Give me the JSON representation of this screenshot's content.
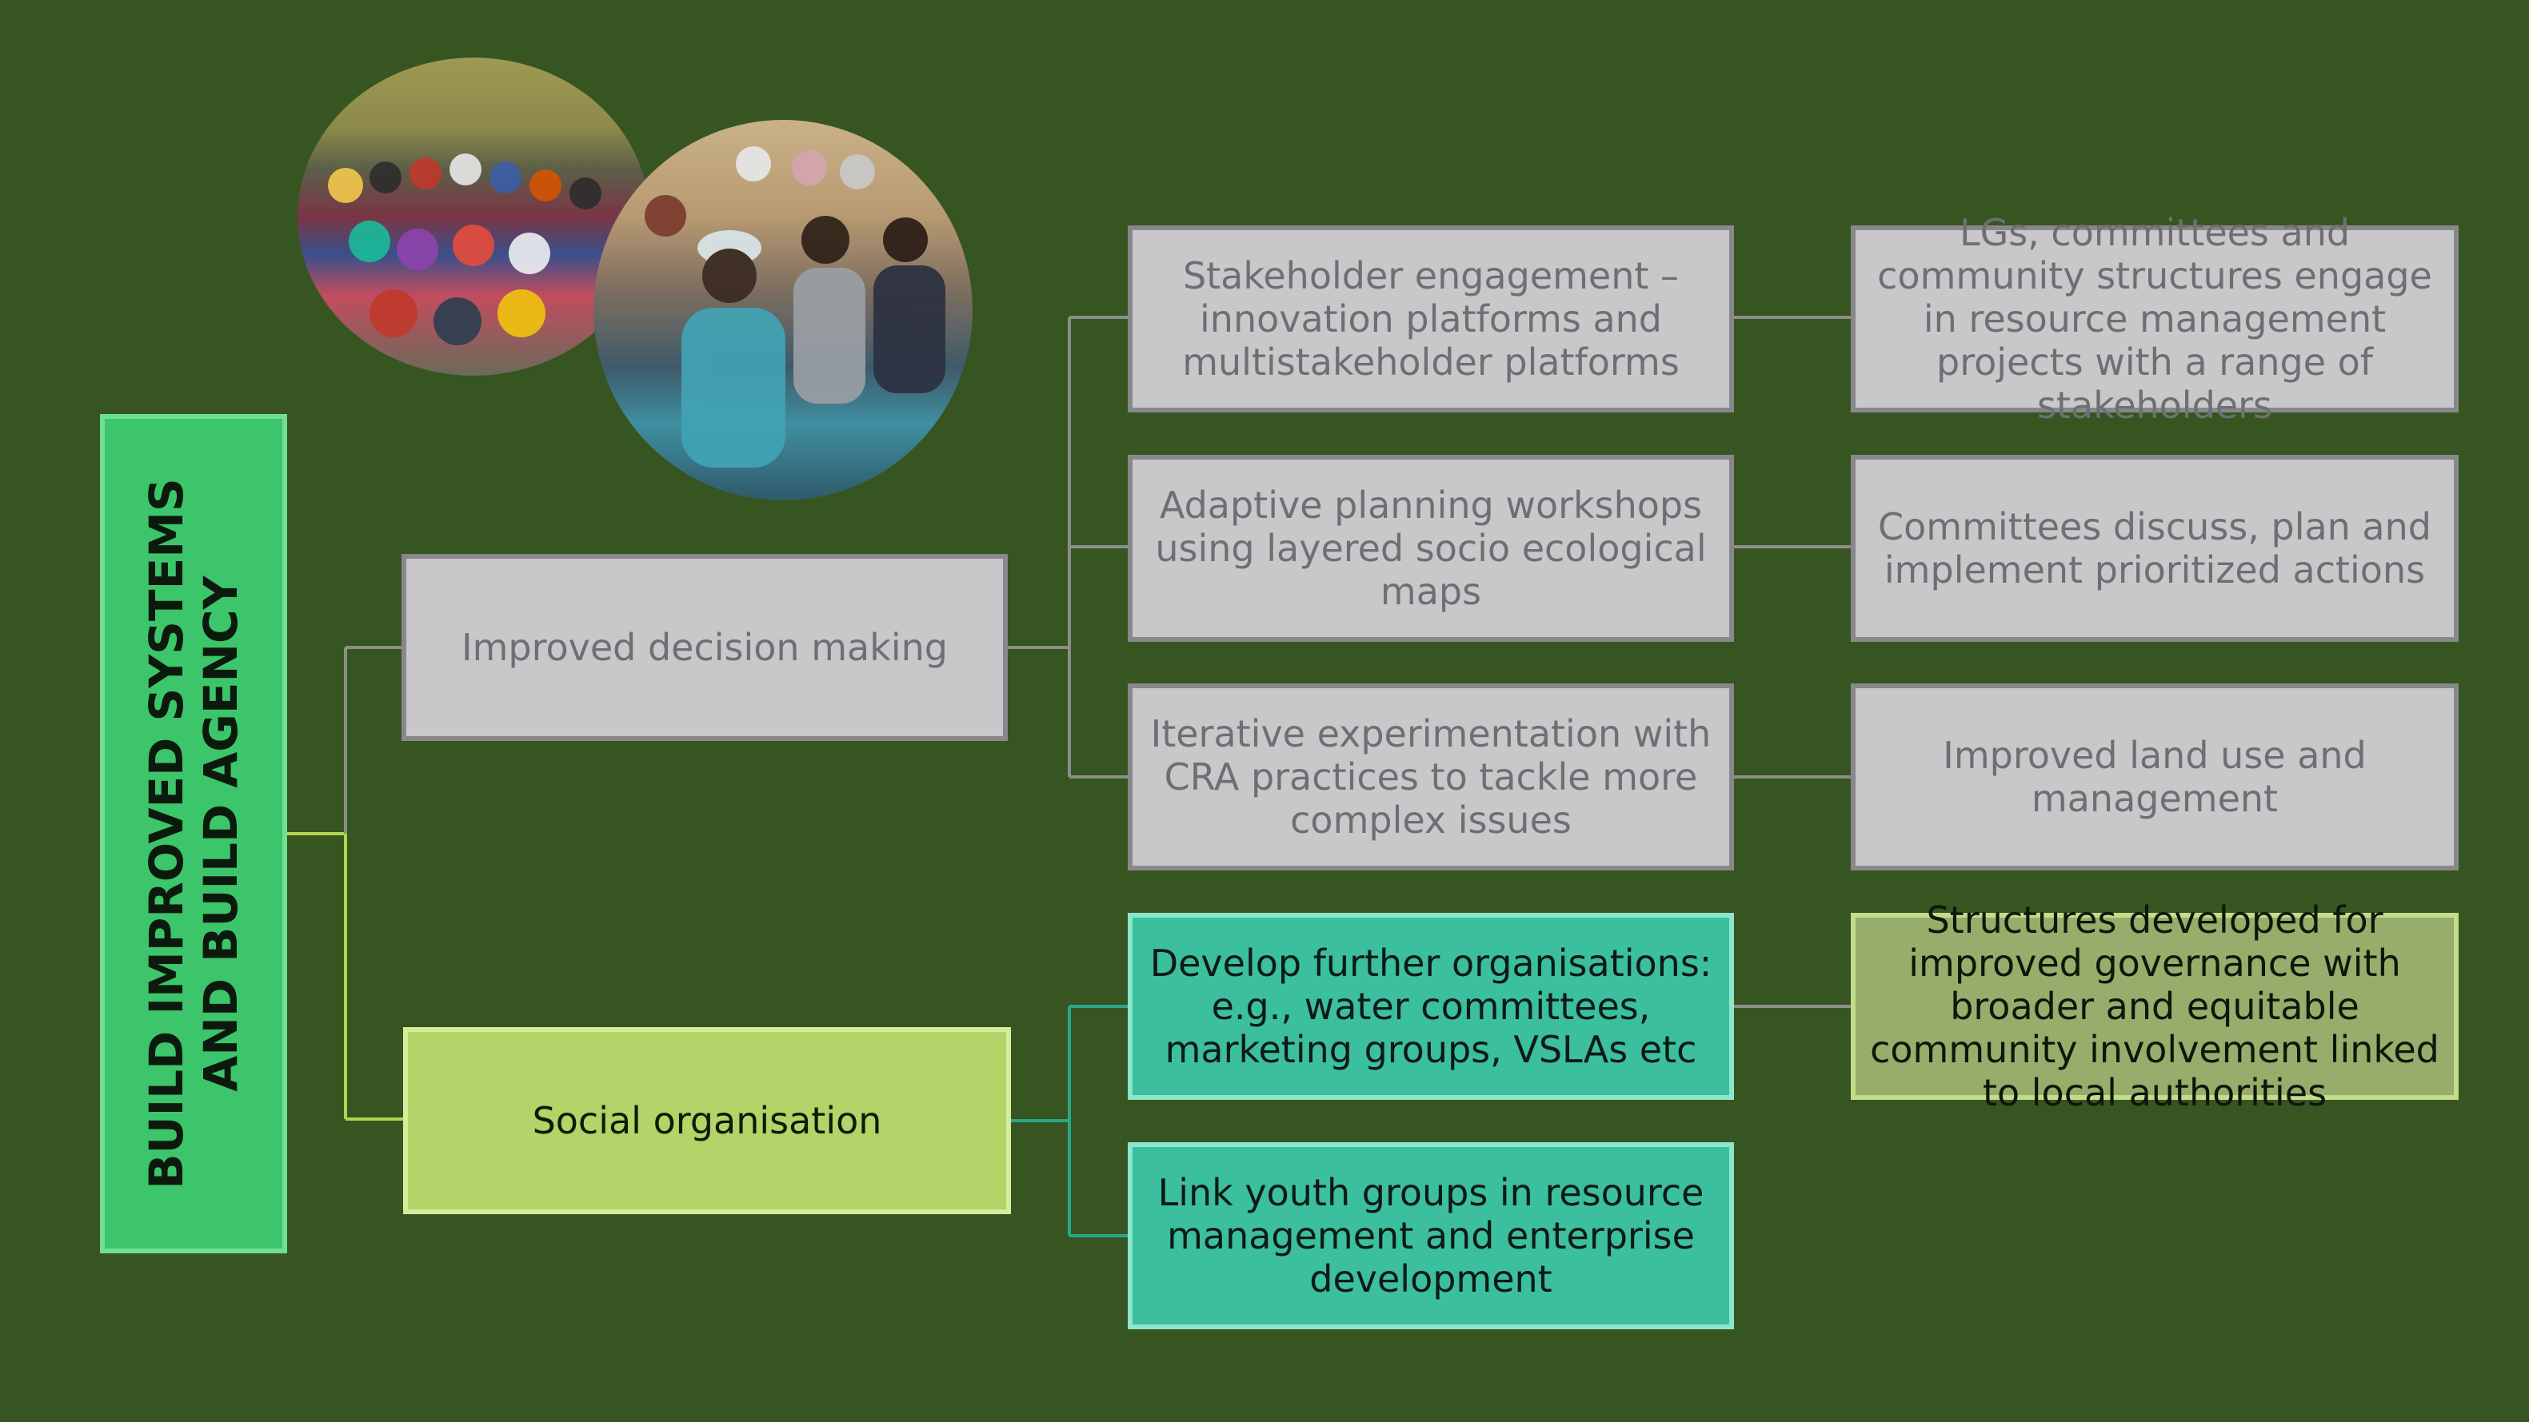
{
  "root": {
    "title": "BUILD IMPROVED SYSTEMS AND BUILD AGENCY"
  },
  "branches": [
    {
      "label": "Improved decision making",
      "activities": [
        {
          "label": "Stakeholder engagement – innovation platforms and multistakeholder platforms",
          "outcome": "LGs, committees and community structures engage in resource management projects with a range of stakeholders"
        },
        {
          "label": "Adaptive planning workshops using layered socio ecological maps",
          "outcome": "Committees discuss, plan and implement prioritized actions"
        },
        {
          "label": "Iterative experimentation with CRA practices to tackle more complex issues",
          "outcome": "Improved land use and management"
        }
      ]
    },
    {
      "label": "Social organisation",
      "activities": [
        {
          "label": "Develop further organisations: e.g., water committees, marketing groups, VSLAs etc",
          "outcome": "Structures developed for improved governance with broader and equitable community involvement linked to local authorities"
        },
        {
          "label": "Link youth groups in resource management and enterprise development",
          "outcome": ""
        }
      ]
    }
  ],
  "colors": {
    "background": "#365520",
    "root_fill": "#3cc56a",
    "grey_box": "#c8c8cb",
    "teal_box": "#3bbf9e",
    "lime_box": "#b2d468",
    "olive_box": "#97ad6b"
  },
  "images": [
    {
      "name": "community-meeting-photo-hillside"
    },
    {
      "name": "community-meeting-photo-seated-group"
    }
  ]
}
